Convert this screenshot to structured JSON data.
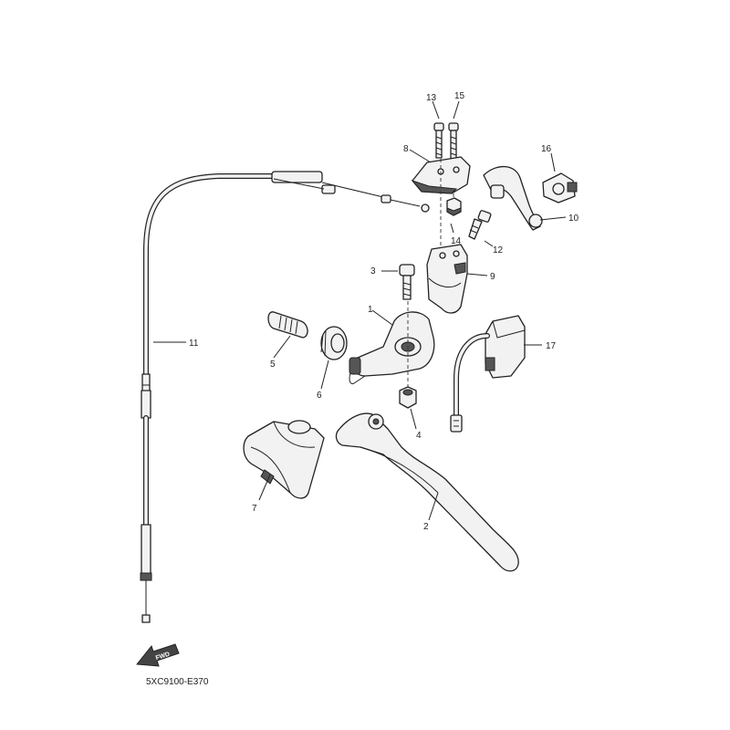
{
  "diagram": {
    "callouts": [
      {
        "id": "1",
        "text": "1"
      },
      {
        "id": "2",
        "text": "2"
      },
      {
        "id": "3",
        "text": "3"
      },
      {
        "id": "4",
        "text": "4"
      },
      {
        "id": "5",
        "text": "5"
      },
      {
        "id": "6",
        "text": "6"
      },
      {
        "id": "7",
        "text": "7"
      },
      {
        "id": "8",
        "text": "8"
      },
      {
        "id": "9",
        "text": "9"
      },
      {
        "id": "10",
        "text": "10"
      },
      {
        "id": "11",
        "text": "11"
      },
      {
        "id": "12",
        "text": "12"
      },
      {
        "id": "13",
        "text": "13"
      },
      {
        "id": "14",
        "text": "14"
      },
      {
        "id": "15",
        "text": "15"
      },
      {
        "id": "16",
        "text": "16"
      },
      {
        "id": "17",
        "text": "17"
      }
    ],
    "fwd_marker": "FWD",
    "drawing_code": "5XC9100-E370"
  }
}
